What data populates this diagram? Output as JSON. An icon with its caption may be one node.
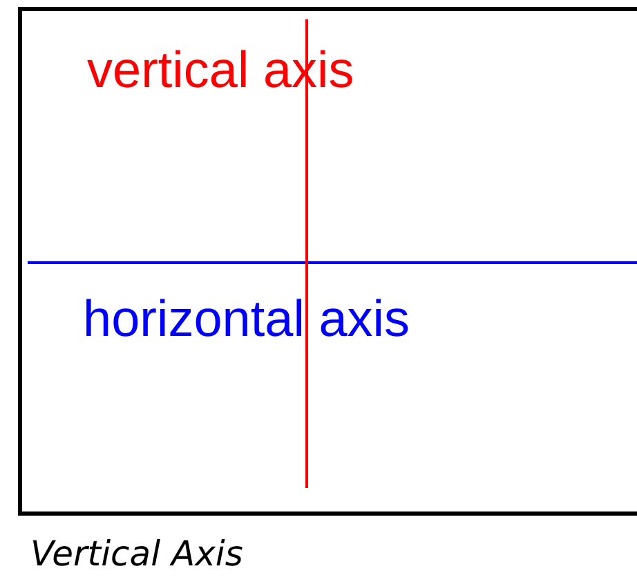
{
  "diagram": {
    "caption": "Vertical Axis",
    "labels": [
      "vertical axis",
      "horizontal axis"
    ]
  }
}
